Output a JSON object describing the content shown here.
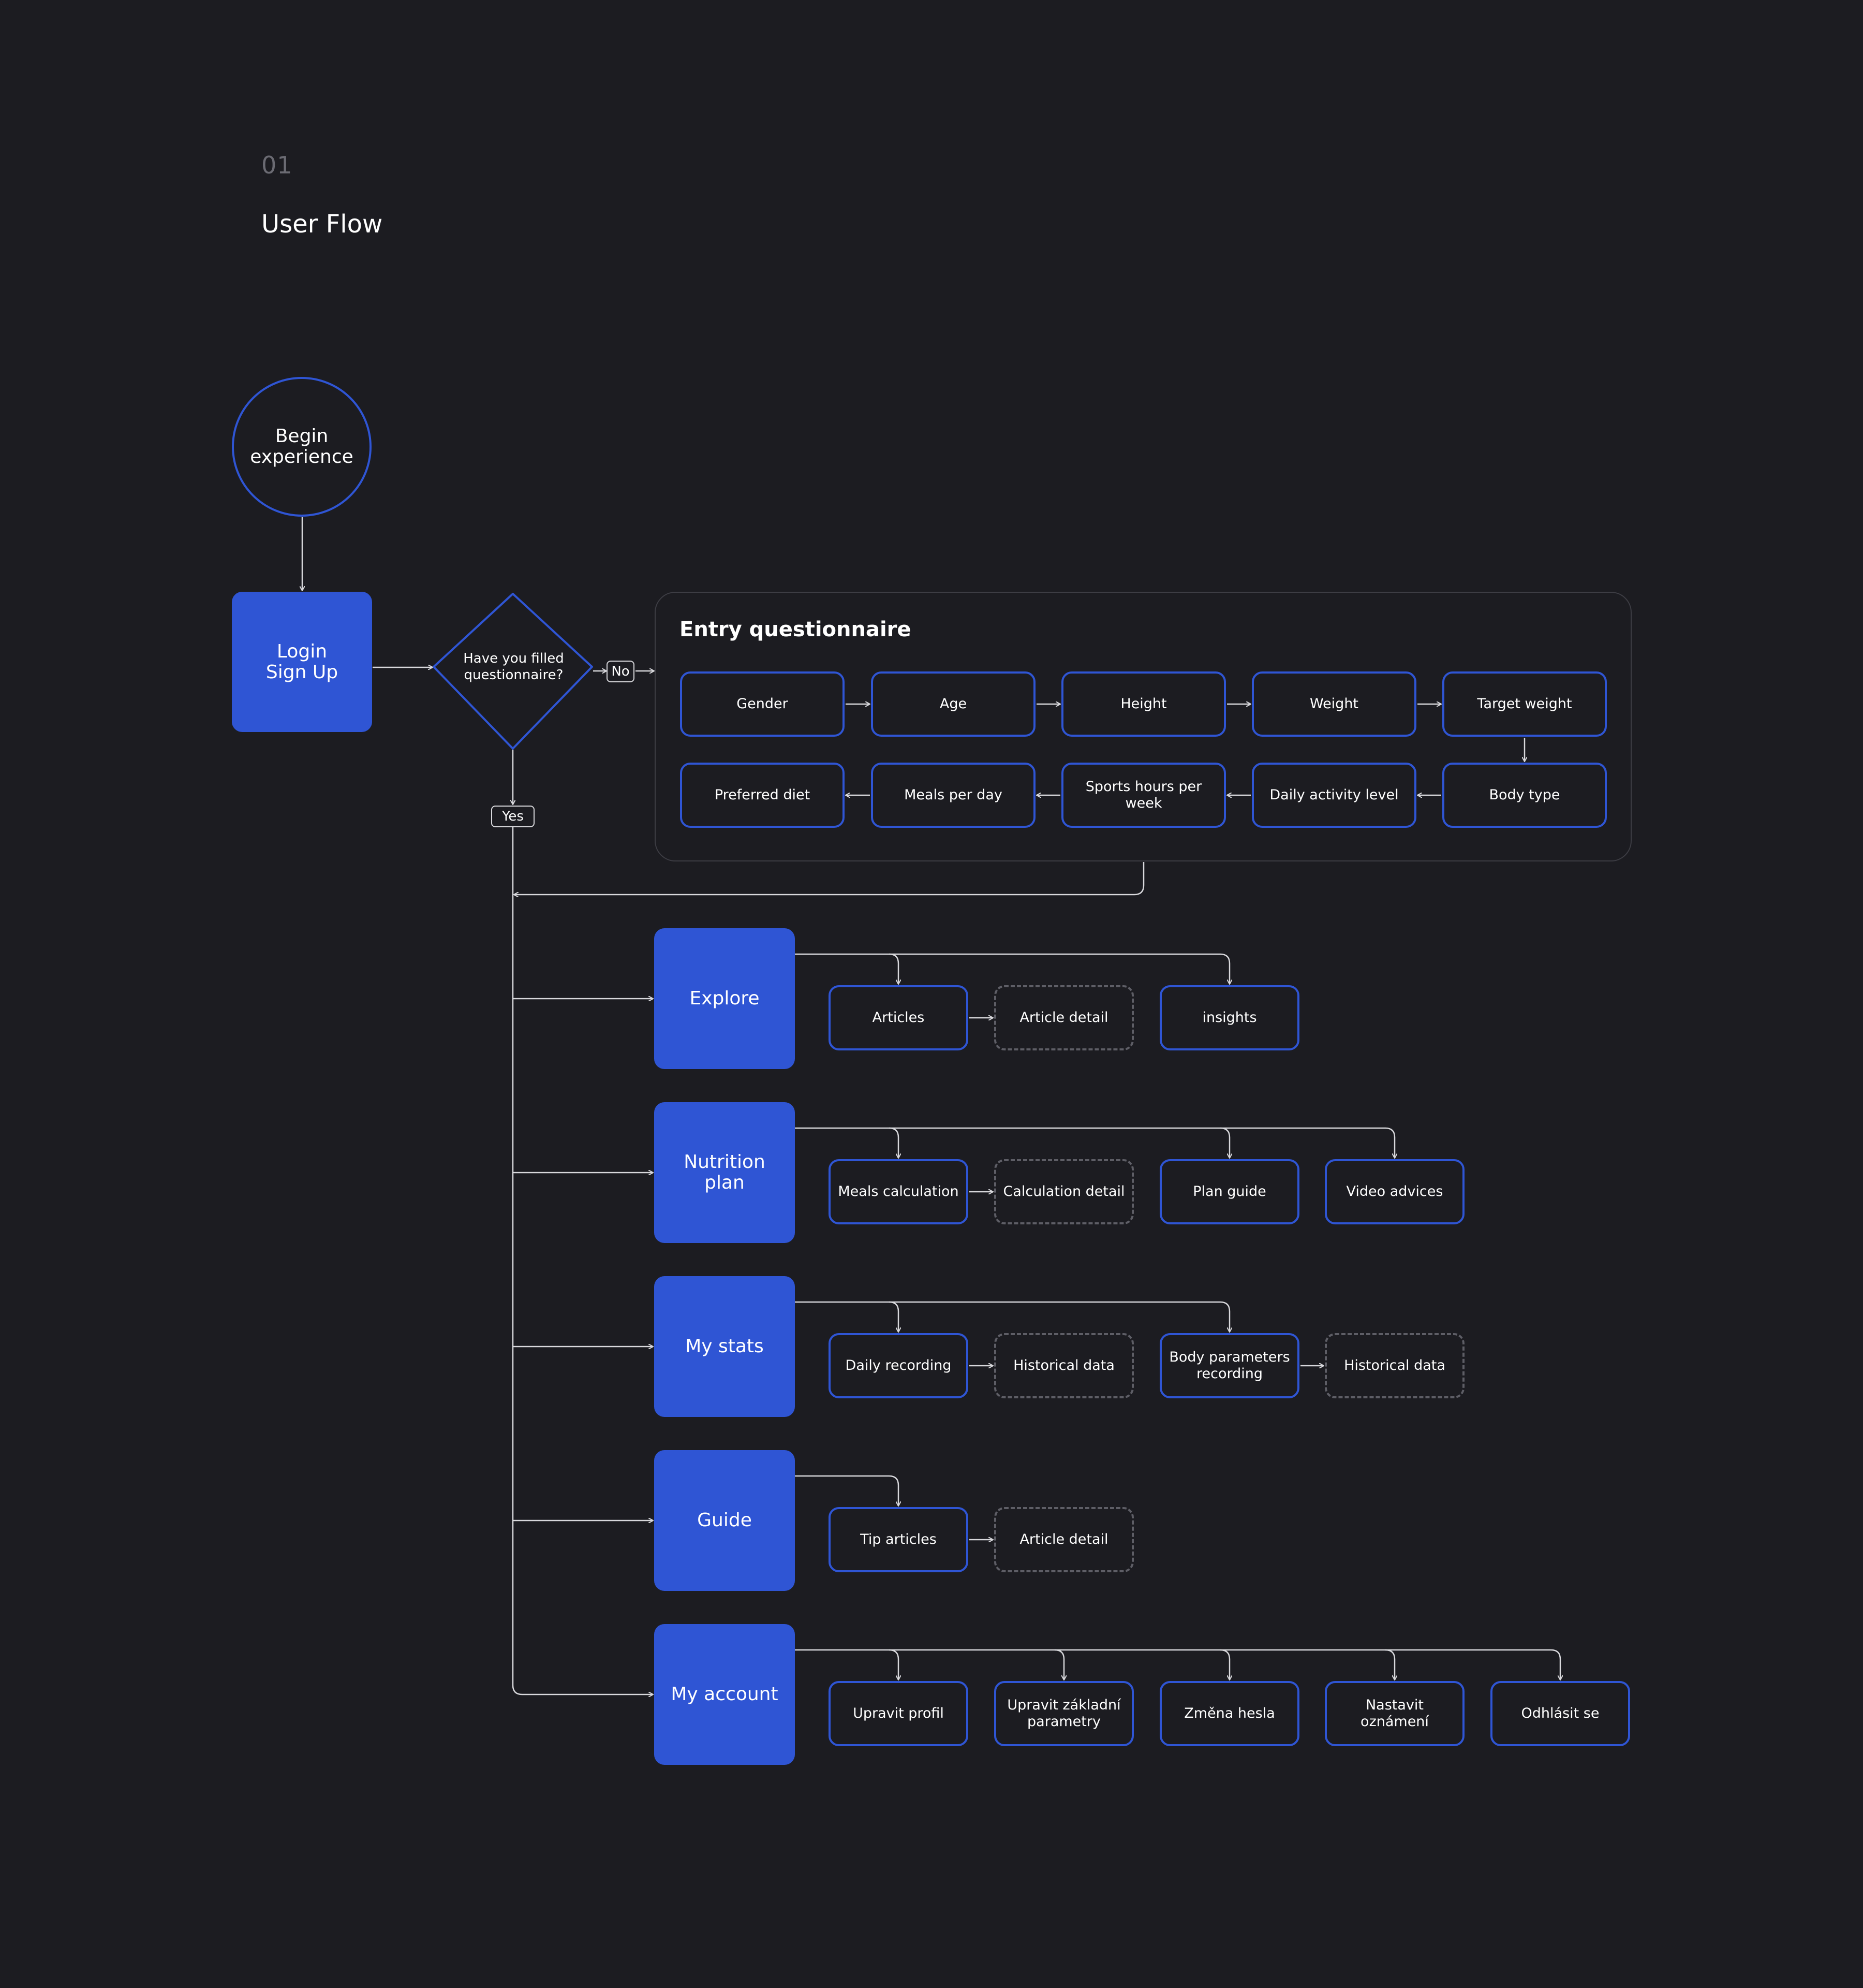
{
  "header": {
    "section_number": "01",
    "title": "User Flow"
  },
  "start": {
    "label": "Begin\nexperience"
  },
  "login": {
    "label": "Login\nSign Up"
  },
  "decision": {
    "label": "Have you filled\nquestionnaire?",
    "no_label": "No",
    "yes_label": "Yes"
  },
  "questionnaire": {
    "title": "Entry questionnaire",
    "row1": [
      "Gender",
      "Age",
      "Height",
      "Weight",
      "Target weight"
    ],
    "row2": [
      "Preferred diet",
      "Meals per day",
      "Sports hours per week",
      "Daily activity level",
      "Body type"
    ]
  },
  "sections": [
    {
      "label": "Explore",
      "steps": [
        {
          "label": "Articles",
          "dashed": false
        },
        {
          "label": "Article detail",
          "dashed": true
        },
        {
          "label": "insights",
          "dashed": false
        }
      ]
    },
    {
      "label": "Nutrition\nplan",
      "steps": [
        {
          "label": "Meals calculation",
          "dashed": false
        },
        {
          "label": "Calculation detail",
          "dashed": true
        },
        {
          "label": "Plan guide",
          "dashed": false
        },
        {
          "label": "Video advices",
          "dashed": false
        }
      ]
    },
    {
      "label": "My stats",
      "steps": [
        {
          "label": "Daily recording",
          "dashed": false
        },
        {
          "label": "Historical data",
          "dashed": true
        },
        {
          "label": "Body parameters\nrecording",
          "dashed": false
        },
        {
          "label": "Historical data",
          "dashed": true
        }
      ]
    },
    {
      "label": "Guide",
      "steps": [
        {
          "label": "Tip articles",
          "dashed": false
        },
        {
          "label": "Article detail",
          "dashed": true
        }
      ]
    },
    {
      "label": "My account",
      "steps": [
        {
          "label": "Upravit profil",
          "dashed": false
        },
        {
          "label": "Upravit základní\nparametry",
          "dashed": false
        },
        {
          "label": "Změna hesla",
          "dashed": false
        },
        {
          "label": "Nastavit oznámení",
          "dashed": false
        },
        {
          "label": "Odhlásit se",
          "dashed": false
        }
      ]
    }
  ],
  "colors": {
    "background": "#1c1c21",
    "accent": "#2f55d4",
    "connector": "#d8d8dc",
    "dashed_border": "#5e5e66"
  }
}
